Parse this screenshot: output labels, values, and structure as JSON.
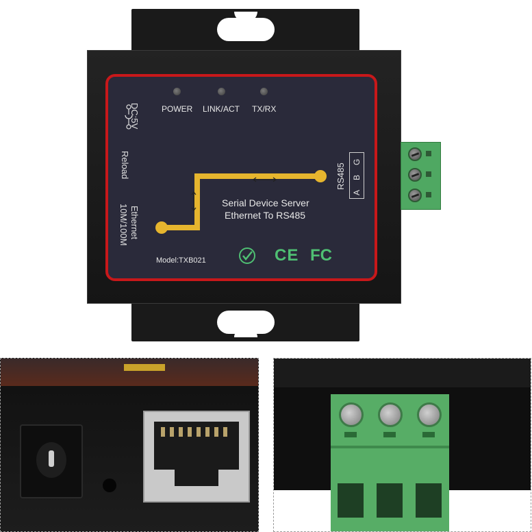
{
  "device": {
    "led_labels": [
      "POWER",
      "LINK/ACT",
      "TX/RX"
    ],
    "left_labels": {
      "dc": "DC:5V",
      "reload": "Reload",
      "ethernet": "Ethernet",
      "speed": "10M/100M"
    },
    "product_line1": "Serial Device Server",
    "product_line2": "Ethernet To RS485",
    "model": "Model:TXB021",
    "rs485": "RS485",
    "pins": [
      "A",
      "B",
      "G"
    ],
    "cert_ce": "CE",
    "cert_fcc": "FC"
  },
  "colors": {
    "panel_border": "#c8181a",
    "panel_bg": "#2a2a3a",
    "trace": "#e6b52e",
    "terminal_green": "#4fa862"
  },
  "insets": {
    "left_icon": "dc-jack-and-rj45-port",
    "right_icon": "terminal-block-3-pin"
  }
}
